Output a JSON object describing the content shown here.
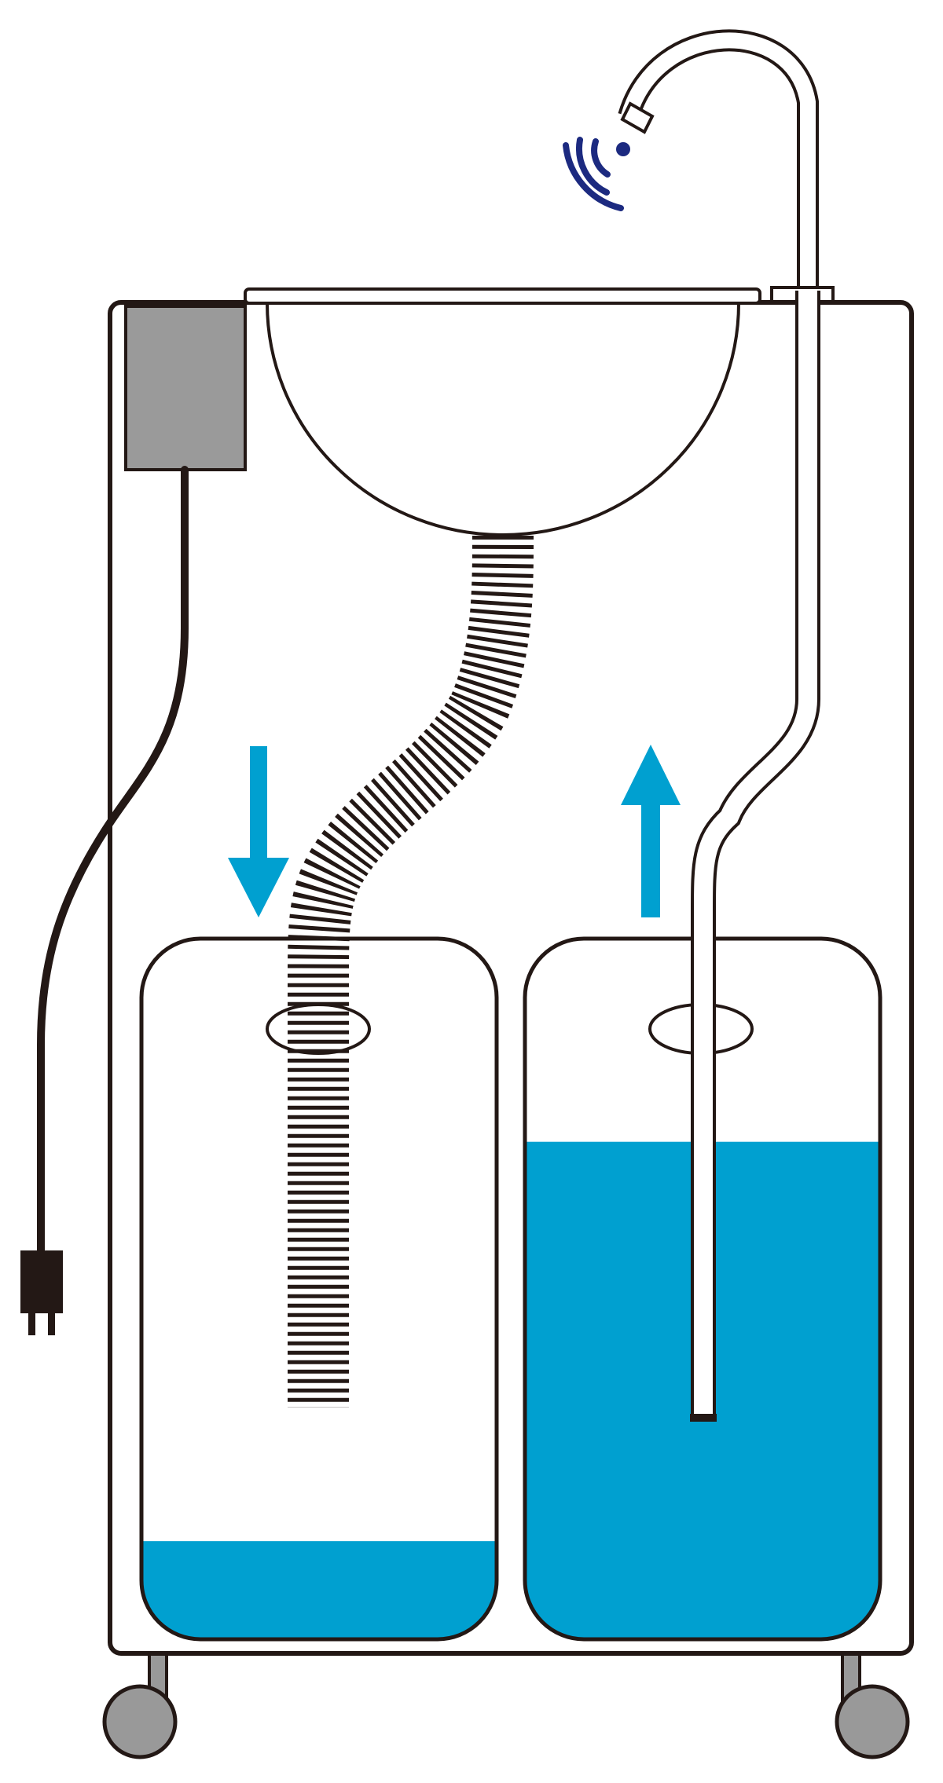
{
  "diagram": {
    "components": [
      "cabinet",
      "basin",
      "faucet",
      "motion-sensor",
      "power-box",
      "power-cord",
      "plug",
      "drain-hose",
      "waste-water-tank",
      "fresh-water-tank",
      "intake-tube",
      "casters"
    ],
    "flow": [
      {
        "direction": "down",
        "into": "waste-water-tank"
      },
      {
        "direction": "up",
        "out_of": "fresh-water-tank"
      }
    ],
    "levels": {
      "waste_tank_fill": 0.14,
      "fresh_tank_fill": 0.71
    }
  },
  "colors": {
    "water": "#00a0d0",
    "outline": "#231815",
    "power_box": "#9a9a9a",
    "caster": "#999999",
    "sensor": "#1c2a80",
    "background": "#ffffff"
  }
}
